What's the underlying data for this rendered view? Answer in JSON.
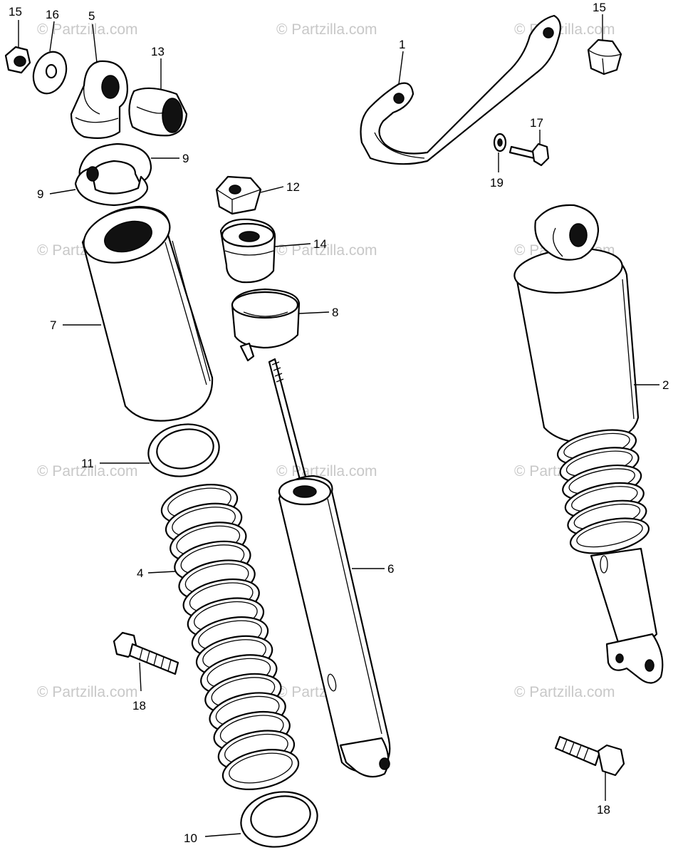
{
  "watermark": "© Partzilla.com",
  "callouts": {
    "c1": "1",
    "c2": "2",
    "c4": "4",
    "c5": "5",
    "c6": "6",
    "c7": "7",
    "c8": "8",
    "c9a": "9",
    "c9b": "9",
    "c10": "10",
    "c11": "11",
    "c12": "12",
    "c13": "13",
    "c14": "14",
    "c15a": "15",
    "c15b": "15",
    "c16": "16",
    "c17": "17",
    "c18a": "18",
    "c18b": "18",
    "c19": "19"
  }
}
